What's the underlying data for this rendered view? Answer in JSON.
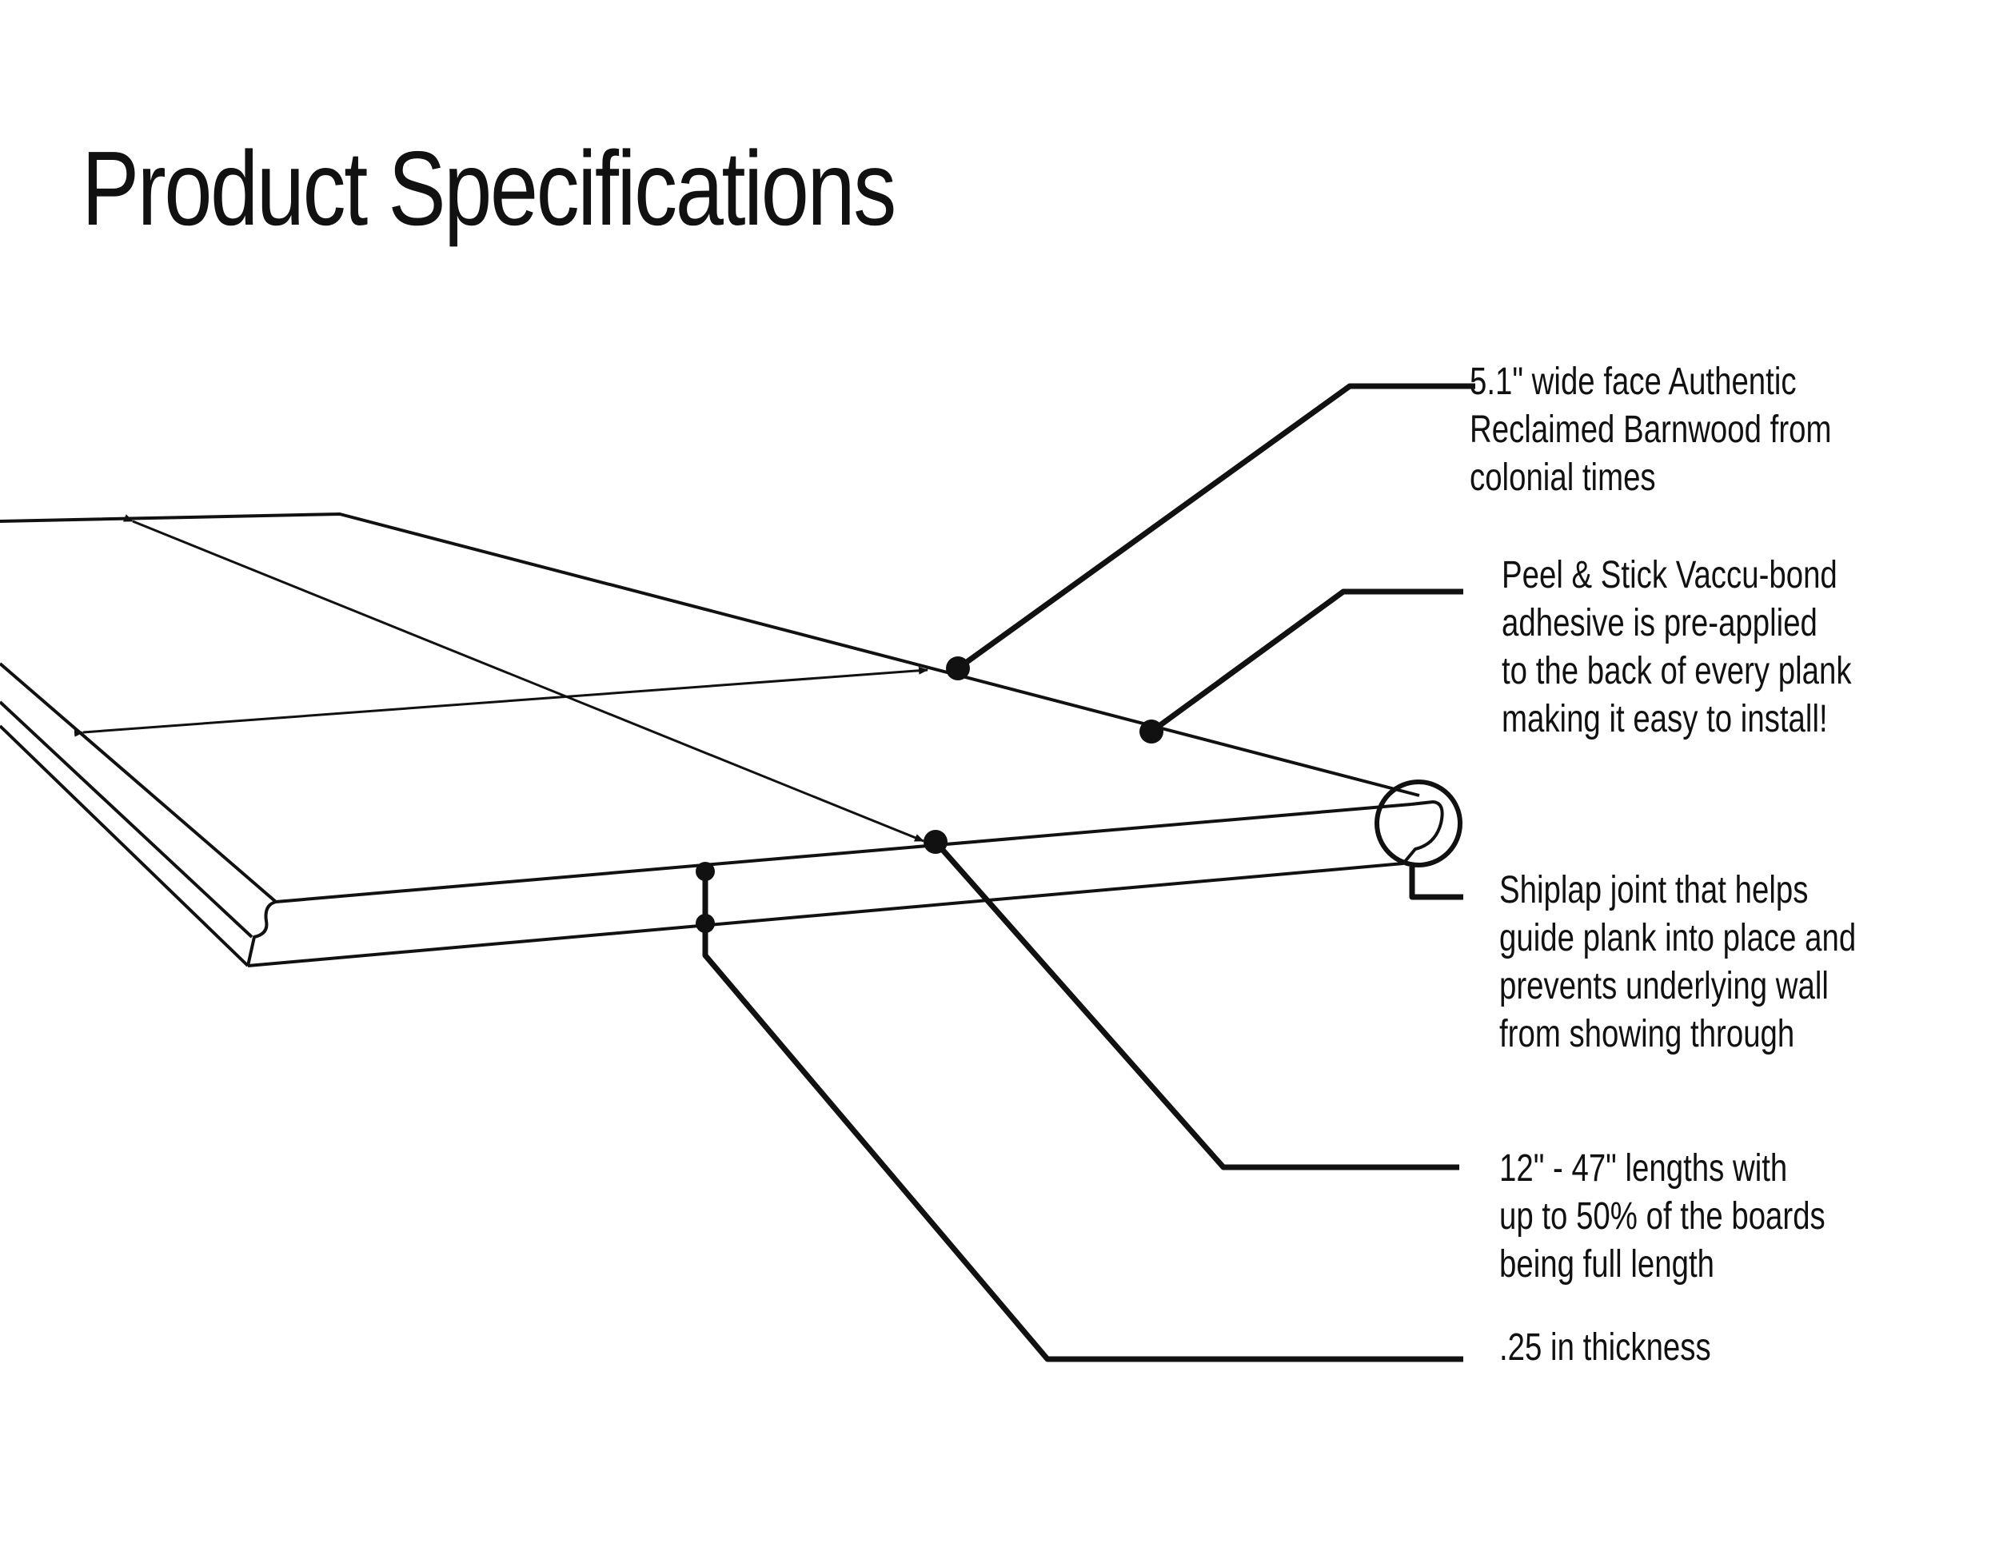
{
  "title": "Product Specifications",
  "colors": {
    "ink": "#111111",
    "background": "#ffffff"
  },
  "callouts": {
    "face_width": {
      "lines": [
        "5.1\" wide face Authentic",
        "Reclaimed Barnwood from",
        "colonial times"
      ]
    },
    "adhesive": {
      "lines": [
        "Peel & Stick Vaccu-bond",
        "adhesive is pre-applied",
        "to the back of every plank",
        "making it easy to install!"
      ]
    },
    "shiplap": {
      "lines": [
        "Shiplap joint that helps",
        "guide plank into place and",
        "prevents underlying wall",
        "from showing through"
      ]
    },
    "lengths": {
      "lines": [
        "12\" - 47\" lengths with",
        "up to 50% of the boards",
        "being full length"
      ]
    },
    "thickness": {
      "lines": [
        ".25 in thickness"
      ]
    }
  }
}
